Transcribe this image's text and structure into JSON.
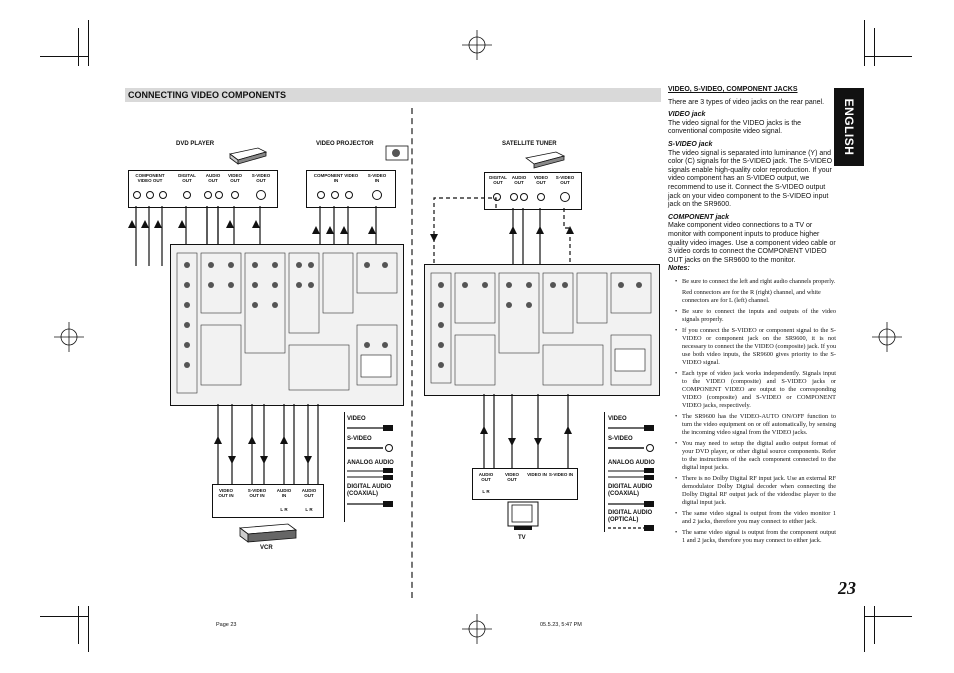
{
  "side_tab": "ENGLISH",
  "section_title": "CONNECTING VIDEO COMPONENTS",
  "page_number": "23",
  "footer": {
    "left": "Page 23",
    "right": "05.5.23, 5:47 PM"
  },
  "left_diagram": {
    "dvd_player": "DVD PLAYER",
    "video_projector": "VIDEO PROJECTOR",
    "vcr": "VCR",
    "dvd_jacks": {
      "component": "COMPONENT VIDEO OUT",
      "digital": "DIGITAL OUT",
      "audio": "AUDIO OUT",
      "video": "VIDEO OUT",
      "svideo": "S-VIDEO OUT"
    },
    "projector_jacks": {
      "component": "COMPONENT VIDEO IN",
      "svideo": "S-VIDEO IN"
    },
    "vcr_jacks": {
      "video": "VIDEO OUT IN",
      "svideo": "S-VIDEO OUT IN",
      "audio_in": "AUDIO IN",
      "audio_out": "AUDIO OUT",
      "lr1": "L R",
      "lr2": "L R"
    },
    "legend": {
      "video": "VIDEO",
      "svideo": "S-VIDEO",
      "analog": "ANALOG AUDIO",
      "digital_coax": "DIGITAL AUDIO (COAXIAL)"
    }
  },
  "right_diagram": {
    "satellite_tuner": "SATELLITE TUNER",
    "tv": "TV",
    "sat_jacks": {
      "digital": "DIGITAL OUT",
      "audio": "AUDIO OUT",
      "video": "VIDEO OUT",
      "svideo": "S-VIDEO OUT"
    },
    "tv_jacks": {
      "audio": "AUDIO OUT",
      "video": "VIDEO OUT",
      "video_in": "VIDEO IN",
      "svideo_in": "S-VIDEO IN",
      "lr": "L R"
    },
    "legend": {
      "video": "VIDEO",
      "svideo": "S-VIDEO",
      "analog": "ANALOG AUDIO",
      "digital_coax": "DIGITAL AUDIO (COAXIAL)",
      "digital_opt": "DIGITAL AUDIO (OPTICAL)"
    }
  },
  "text": {
    "heading": "VIDEO, S-VIDEO, COMPONENT JACKS",
    "intro": "There are 3 types of video jacks on the rear panel.",
    "video_title": "VIDEO jack",
    "video_body": "The video signal for the VIDEO jacks is the conventional composite video signal.",
    "svideo_title": "S-VIDEO jack",
    "svideo_body": "The video signal is separated into luminance (Y) and color (C) signals for the S-VIDEO jack. The S-VIDEO signals enable high-quality color reproduction. If your video component has an S-VIDEO output, we recommend to use it. Connect the S-VIDEO output jack on your video component to the S-VIDEO input jack on the SR9600.",
    "component_title": "COMPONENT jack",
    "component_body": "Make component video connections to a TV or monitor with component inputs to produce higher quality video images. Use a component video cable or 3 video cords to connect the COMPONENT VIDEO OUT jacks on the SR9600 to the monitor.",
    "notes_title": "Notes:",
    "notes": [
      "Be sure to connect the left and right audio channels properly.",
      "Red connectors are for the R (right) channel, and white connectors are for L (left) channel.",
      "Be sure to connect the inputs and outputs of the video signals properly.",
      "If you connect the S-VIDEO or component signal to the S-VIDEO or component jack on the SR9600, it is not necessary to connect the the VIDEO (composite) jack. If you use both video inputs, the SR9600 gives priority to the S-VIDEO signal.",
      "Each type of video jack works independently. Signals input to the VIDEO (composite) and S-VIDEO jacks or COMPONENT VIDEO are output to the corresponding VIDEO (composite) and S-VIDEO or COMPONENT VIDEO jacks, respectively.",
      "The SR9600 has the VIDEO-AUTO ON/OFF function to turn the video equipment on or off automatically, by sensing the incoming video signal from the VIDEO jacks.",
      "You may need to setup the digital audio output format of your DVD player, or other digital source components. Refer to the instructions of the each component connected to the digital input jacks.",
      "There is no Dolby Digital RF input jack. Use an external RF demodulator Dolby Digital decoder when connecting the Dolby Digital RF output jack of the videodisc player to the digital input jack.",
      "The same video signal is output from the video monitor 1 and 2 jacks, therefore you may connect to either jack.",
      "The same video signal is output from the component output 1 and 2 jacks, therefore you may connect to either jack."
    ]
  }
}
